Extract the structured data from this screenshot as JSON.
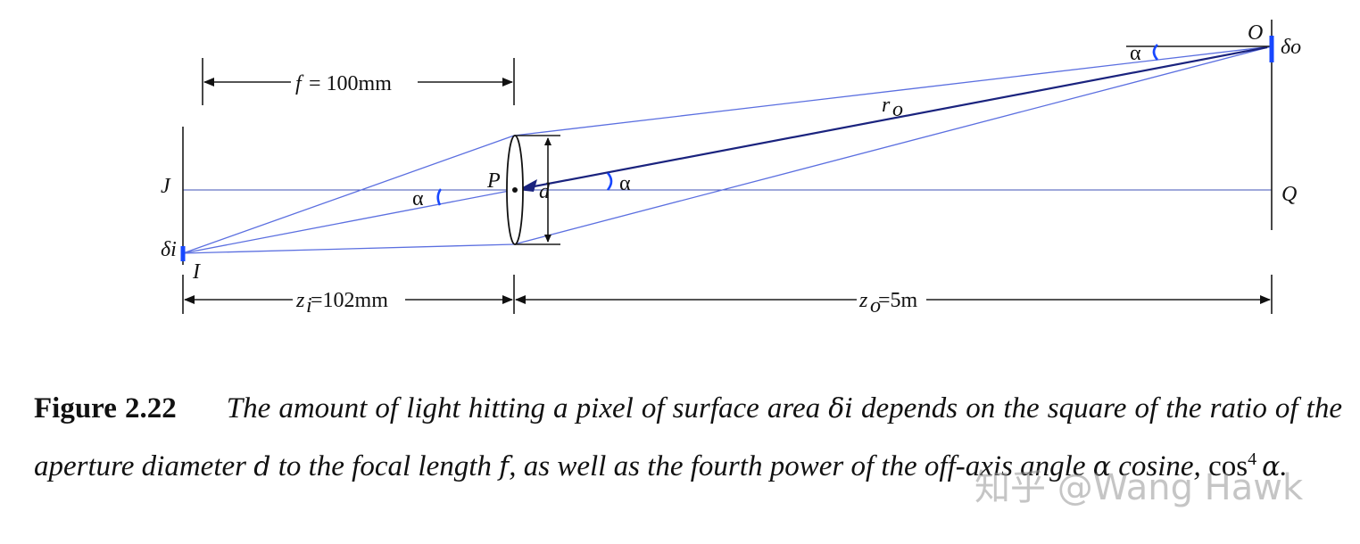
{
  "labels": {
    "f": "f",
    "f_value": "= 100mm",
    "zi": "z",
    "zi_sub": "i",
    "zi_value": "=102mm",
    "zo": "z",
    "zo_sub": "o",
    "zo_value": "=5m",
    "J": "J",
    "Q": "Q",
    "I": "I",
    "P": "P",
    "O": "O",
    "d": "d",
    "delta_i": "δi",
    "delta_o": "δo",
    "r": "r",
    "r_sub": "o",
    "alpha_image": "α",
    "alpha_lens": "α",
    "alpha_object": "α"
  },
  "caption": {
    "figure_label": "Figure 2.22",
    "part1": "The amount of light hitting a pixel of surface area ",
    "sym_delta_i": "δi",
    "part2": " depends on the square of the ratio of the aperture diameter ",
    "sym_d": "d",
    "part3": " to the focal length ",
    "sym_f": "f",
    "part4": ", as well as the fourth power of the off-axis angle ",
    "sym_alpha1": "α",
    "part5": " cosine, ",
    "cos": "cos",
    "power": "4",
    "sym_alpha2": "α",
    "end": "."
  },
  "watermark": "知乎 @Wang Hawk",
  "colors": {
    "ray": "#5b6fe0",
    "chief_ray": "#1a237e",
    "angle_arc": "#1747ff",
    "pixel": "#1747ff"
  }
}
